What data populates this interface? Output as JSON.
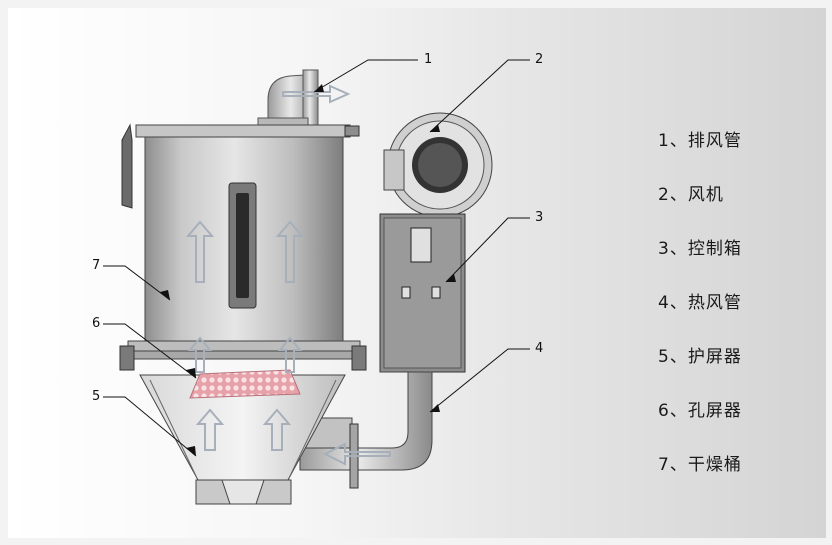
{
  "colors": {
    "steel": "#bcbcbc",
    "panel": "#8c8c8c",
    "screen_fill": "#e9a0a8",
    "arrow": "#9aa3ad",
    "leader": "#111111"
  },
  "callouts": [
    "1",
    "2",
    "3",
    "4",
    "5",
    "6",
    "7"
  ],
  "legend": [
    "1、排风管",
    "2、风机",
    "3、控制箱",
    "4、热风管",
    "5、护屏器",
    "6、孔屏器",
    "7、干燥桶"
  ]
}
